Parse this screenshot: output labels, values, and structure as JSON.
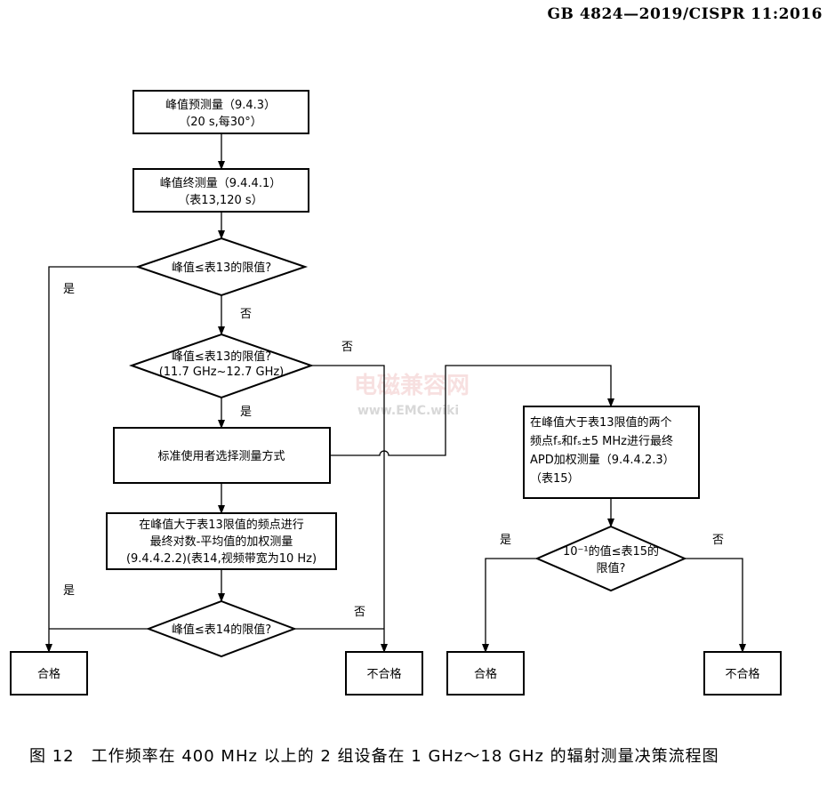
{
  "header": "GB 4824—2019/CISPR 11:2016",
  "caption": "图 12　工作频率在 400 MHz 以上的 2 组设备在 1 GHz～18 GHz 的辐射测量决策流程图",
  "watermark": {
    "line1": "电磁兼容网",
    "line2": "www.EMC.wiki"
  },
  "nodes": {
    "box1": [
      "峰值预测量（9.4.3）",
      "（20 s,每30°）"
    ],
    "box2": [
      "峰值终测量（9.4.4.1）",
      "（表13,120 s）"
    ],
    "diamond1": [
      "峰值≤表13的限值?"
    ],
    "diamond2": [
      "峰值≤表13的限值?",
      "(11.7 GHz~12.7 GHz)"
    ],
    "box3": [
      "标准使用者选择测量方式"
    ],
    "box4": [
      "在峰值大于表13限值的频点进行",
      "最终对数-平均值的加权测量",
      "(9.4.4.2.2)(表14,视频带宽为10 Hz)"
    ],
    "diamond3": [
      "峰值≤表14的限值?"
    ],
    "pass1": [
      "合格"
    ],
    "fail1": [
      "不合格"
    ],
    "box5": [
      "在峰值大于表13限值的两个",
      "频点fₛ和fₛ±5 MHz进行最终",
      "APD加权测量（9.4.4.2.3）",
      "（表15）"
    ],
    "diamond4": [
      "10⁻¹的值≤表15的",
      "限值?"
    ],
    "pass2": [
      "合格"
    ],
    "fail2": [
      "不合格"
    ]
  },
  "edge_labels": {
    "d1_yes": "是",
    "d1_no": "否",
    "d2_no": "否",
    "d2_yes": "是",
    "d3_yes": "是",
    "d3_no": "否",
    "d4_yes": "是",
    "d4_no": "否"
  }
}
